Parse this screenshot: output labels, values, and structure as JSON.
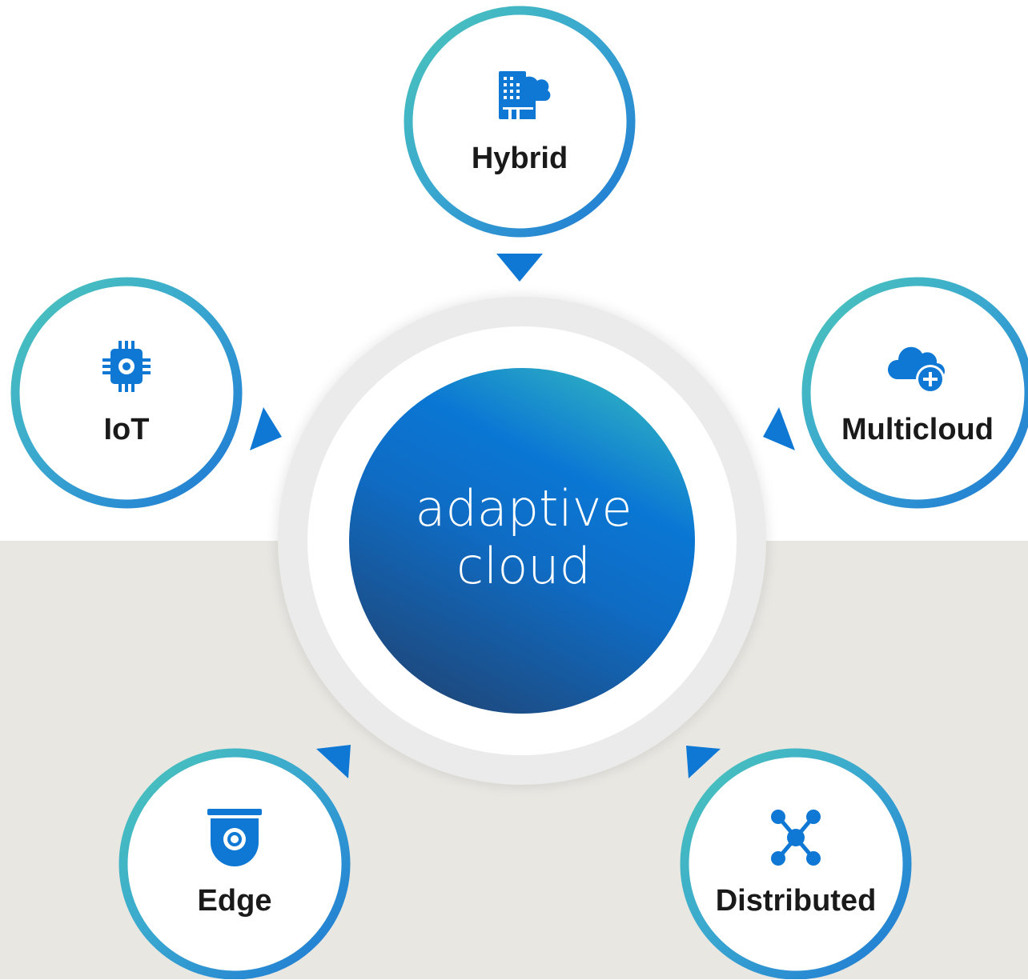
{
  "center": {
    "line1": "adaptive",
    "line2": "cloud"
  },
  "nodes": [
    {
      "label": "Hybrid",
      "icon": "building-cloud-icon"
    },
    {
      "label": "Multicloud",
      "icon": "cloud-add-icon"
    },
    {
      "label": "Distributed",
      "icon": "network-icon"
    },
    {
      "label": "Edge",
      "icon": "camera-dome-icon"
    },
    {
      "label": "IoT",
      "icon": "chip-icon"
    }
  ],
  "colors": {
    "ring_start": "#4bc6b9",
    "ring_end": "#1e78d4",
    "icon": "#0f78d4",
    "arrow": "#0f78d4",
    "center_top": "#2aa4c4",
    "center_mid": "#0a77d4",
    "center_bottom": "#1b4b83",
    "band": "#e9e7e2"
  }
}
